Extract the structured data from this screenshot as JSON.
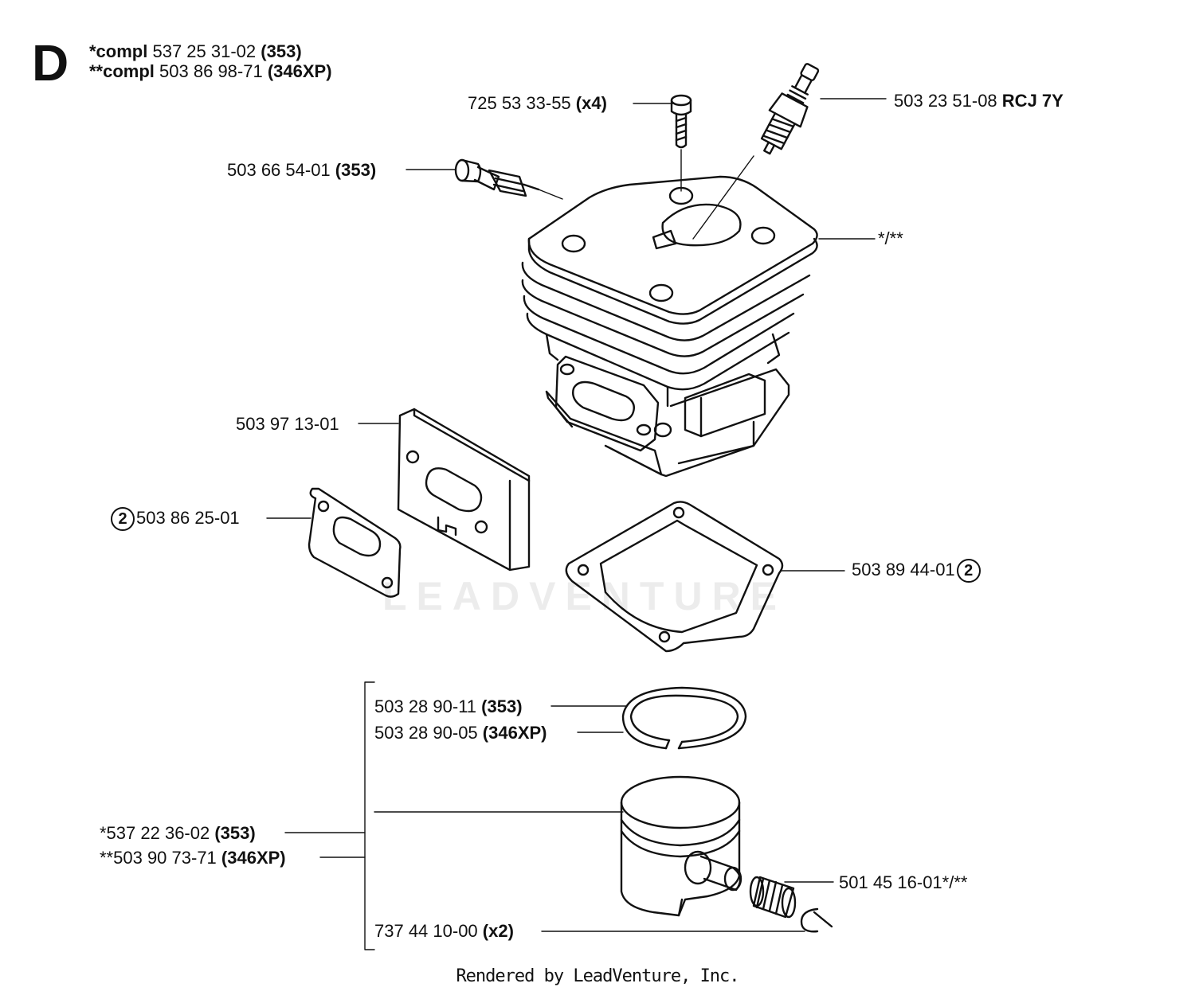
{
  "header": {
    "letter": "D",
    "line1": {
      "prefix": "*compl",
      "number": "537 25 31-02",
      "model": "(353)"
    },
    "line2": {
      "prefix": "**compl",
      "number": "503 86 98-71",
      "model": "(346XP)"
    }
  },
  "callouts": {
    "screw": {
      "number": "725 53 33-55",
      "qty": "(x4)"
    },
    "spark_plug": {
      "number": "503 23 51-08",
      "type": "RCJ 7Y"
    },
    "decomp_valve": {
      "number": "503 66 54-01",
      "model": "(353)"
    },
    "cylinder": {
      "ref": "*/**"
    },
    "plate": {
      "number": "503 97 13-01"
    },
    "muffler_gasket": {
      "badge": "2",
      "number": "503 86 25-01"
    },
    "cylinder_gasket": {
      "number": "503 89 44-01",
      "badge": "2"
    },
    "ring_353": {
      "number": "503 28 90-11",
      "model": "(353)"
    },
    "ring_346": {
      "number": "503 28 90-05",
      "model": "(346XP)"
    },
    "piston_353": {
      "number": "*537 22 36-02",
      "model": "(353)"
    },
    "piston_346": {
      "number": "**503 90 73-71",
      "model": "(346XP)"
    },
    "bearing": {
      "number": "501 45 16-01*/**"
    },
    "circlip": {
      "number": "737 44 10-00",
      "qty": "(x2)"
    }
  },
  "watermark": "LEADVENTURE",
  "footer": "Rendered by LeadVenture, Inc."
}
